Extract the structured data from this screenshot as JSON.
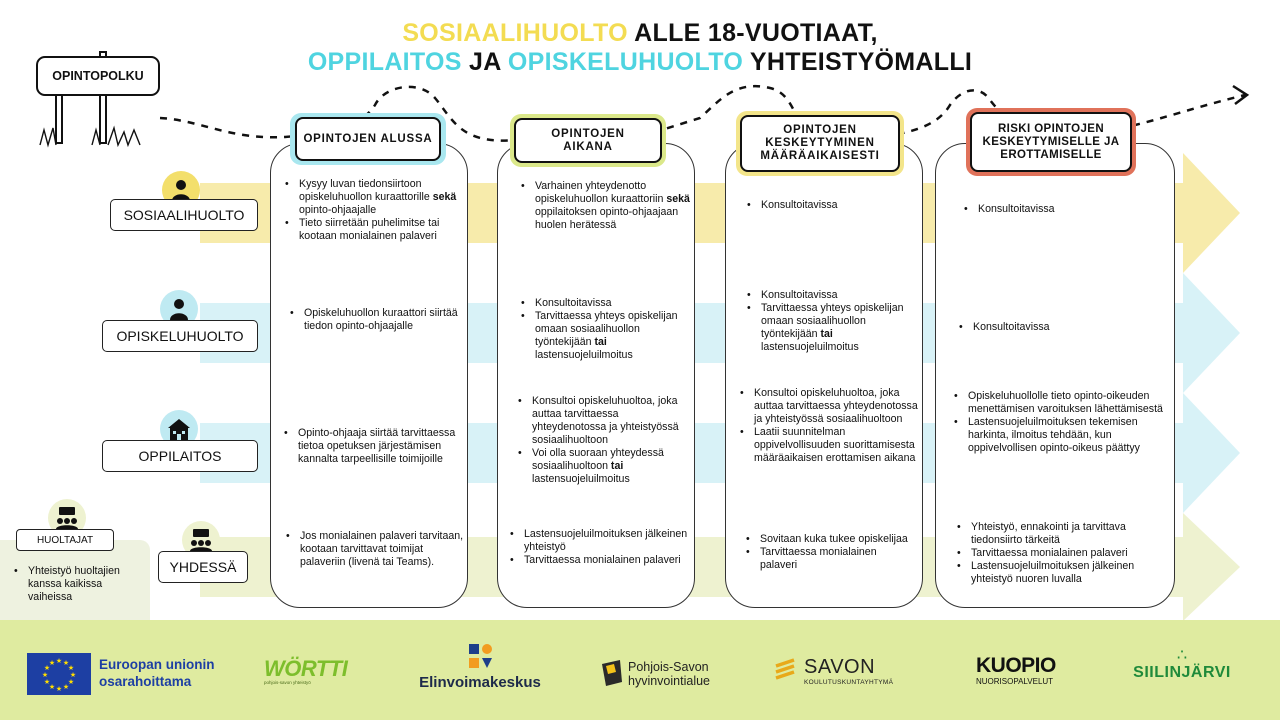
{
  "title": {
    "line1_part1": "SOSIAALIHUOLTO",
    "line1_part2": " ALLE 18-VUOTIAAT,",
    "line2_part1": "OPPILAITOS",
    "line2_part2": " JA ",
    "line2_part3": "OPISKELUHUOLTO",
    "line2_part4": " YHTEISTYÖMALLI"
  },
  "sign": "OPINTOPOLKU",
  "columns": [
    {
      "title": "OPINTOJEN ALUSSA",
      "halo": "#a9e7ef"
    },
    {
      "title": "OPINTOJEN AIKANA",
      "halo": "#dbe88a"
    },
    {
      "title": "OPINTOJEN KESKEYTYMINEN MÄÄRÄAIKAISESTI",
      "halo": "#f3e58a"
    },
    {
      "title": "RISKI OPINTOJEN KESKEYTYMISELLE JA EROTTAMISELLE",
      "halo": "#e0725a"
    }
  ],
  "rows": [
    {
      "label": "SOSIAALIHUOLTO",
      "color": "#f5e9a6",
      "icon": "person-icon"
    },
    {
      "label": "OPISKELUHUOLTO",
      "color": "#d6f1f6",
      "icon": "person-icon"
    },
    {
      "label": "OPPILAITOS",
      "color": "#d6f1f6",
      "icon": "school-icon"
    },
    {
      "label": "YHDESSÄ",
      "color": "#eef2d0",
      "icon": "group-chat-icon"
    }
  ],
  "cells": {
    "r0c0": [
      [
        "Kysyy luvan tiedonsiirtoon opiskeluhuollon kuraattorille ",
        "sekä",
        " opinto-ohjaajalle"
      ],
      [
        "Tieto siirretään puhelimitse tai kootaan monialainen palaveri"
      ]
    ],
    "r0c1": [
      [
        "Varhainen yhteydenotto opiskeluhuollon kuraattoriin ",
        "sekä",
        " oppilaitoksen opinto-ohjaajaan huolen herätessä"
      ]
    ],
    "r0c2": [
      [
        "Konsultoitavissa"
      ]
    ],
    "r0c3": [
      [
        "Konsultoitavissa"
      ]
    ],
    "r1c0": [
      [
        "Opiskeluhuollon kuraattori siirtää tiedon opinto-ohjaajalle"
      ]
    ],
    "r1c1": [
      [
        "Konsultoitavissa"
      ],
      [
        "Tarvittaessa yhteys opiskelijan omaan sosiaalihuollon työntekijään ",
        "tai",
        " lastensuojeluilmoitus"
      ]
    ],
    "r1c2": [
      [
        "Konsultoitavissa"
      ],
      [
        "Tarvittaessa yhteys opiskelijan omaan sosiaalihuollon työntekijään ",
        "tai",
        " lastensuojeluilmoitus"
      ]
    ],
    "r1c3": [
      [
        "Konsultoitavissa"
      ]
    ],
    "r2c0": [
      [
        "Opinto-ohjaaja siirtää tarvittaessa tietoa opetuksen järjestämisen kannalta tarpeellisille toimijoille"
      ]
    ],
    "r2c1": [
      [
        "Konsultoi opiskeluhuoltoa, joka auttaa tarvittaessa yhteydenotossa ja yhteistyössä sosiaalihuoltoon"
      ],
      [
        "Voi olla suoraan yhteydessä sosiaalihuoltoon ",
        "tai",
        " lastensuojeluilmoitus"
      ]
    ],
    "r2c2": [
      [
        "Konsultoi opiskeluhuoltoa, joka auttaa tarvittaessa yhteydenotossa ja yhteistyössä sosiaalihuoltoon"
      ],
      [
        "Laatii suunnitelman oppivelvollisuuden suorittamisesta määräaikaisen erottamisen aikana"
      ]
    ],
    "r2c3": [
      [
        "Opiskeluhuollolle tieto opinto-oikeuden menettämisen varoituksen lähettämisestä"
      ],
      [
        "Lastensuojeluilmoituksen tekemisen harkinta, ilmoitus tehdään, kun oppivelvollisen opinto-oikeus päättyy"
      ]
    ],
    "r3c0": [
      [
        "Jos monialainen palaveri tarvitaan, kootaan tarvittavat toimijat palaveriin (livenä tai Teams)."
      ]
    ],
    "r3c1": [
      [
        "Lastensuojeluilmoituksen jälkeinen yhteistyö"
      ],
      [
        "Tarvittaessa monialainen palaveri"
      ]
    ],
    "r3c2": [
      [
        "Sovitaan kuka tukee opiskelijaa"
      ],
      [
        "Tarvittaessa monialainen palaveri"
      ]
    ],
    "r3c3": [
      [
        "Yhteistyö, ennakointi ja tarvittava tiedonsiirto tärkeitä"
      ],
      [
        "Tarvittaessa monialainen palaveri"
      ],
      [
        "Lastensuojeluilmoituksen jälkeinen yhteistyö nuoren luvalla"
      ]
    ]
  },
  "huoltajat": {
    "label": "HUOLTAJAT",
    "text": "Yhteistyö huoltajien kanssa kaikissa vaiheissa"
  },
  "footer": {
    "eu_line1": "Euroopan unionin",
    "eu_line2": "osarahoittama",
    "wortti": "WÖRTTI",
    "wortti_sub": "pohjois-savon yhteistyö",
    "elinvoima": "Elinvoimakeskus",
    "pohjois_line1": "Pohjois-Savon",
    "pohjois_line2": "hyvinvointialue",
    "savon": "SAVON",
    "savon_sub": "KOULUTUSKUNTAYHTYMÄ",
    "kuopio": "KUOPIO",
    "kuopio_sub": "NUORISOPALVELUT",
    "siilinjarvi": "SIILINJÄRVI",
    "footer_color": "#dfeba0"
  }
}
